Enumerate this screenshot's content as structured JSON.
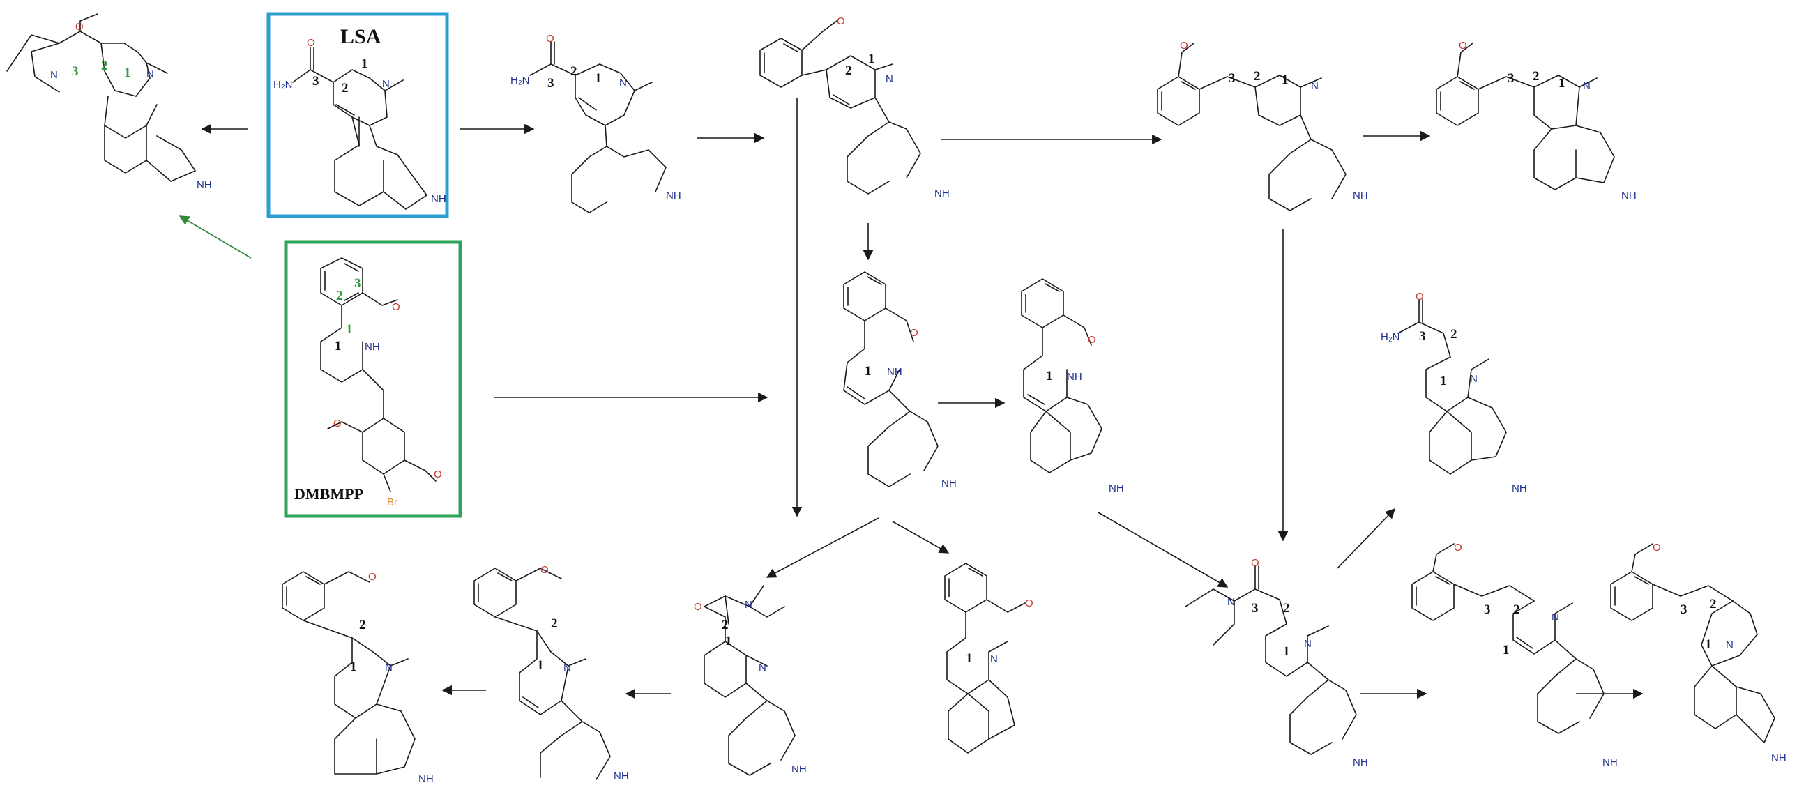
{
  "labels": {
    "lsa": "LSA",
    "dmbmpp": "DMBMPP",
    "n1": "1",
    "n2": "2",
    "n3": "3",
    "O": "O",
    "N": "N",
    "NH": "NH",
    "H2N": "H₂N",
    "Br": "Br"
  },
  "colors": {
    "lsa_box": "#2b9fd0",
    "dmbmpp_box": "#2ea35a",
    "green_arrow": "#2e8b3a",
    "oxygen": "#c0392b",
    "nitrogen": "#1f2f8f",
    "bromine": "#d98a3a"
  },
  "structures": [
    {
      "name": "lsd-analog",
      "labels": [
        "O",
        "N",
        "N",
        "NH",
        "3",
        "2",
        "1"
      ]
    },
    {
      "name": "lsa",
      "labels": [
        "LSA",
        "O",
        "H2N",
        "N",
        "NH",
        "1",
        "2",
        "3"
      ]
    },
    {
      "name": "dmbmpp",
      "labels": [
        "DMBMPP",
        "O",
        "NH",
        "O",
        "O",
        "Br",
        "1",
        "2",
        "3",
        "1"
      ]
    }
  ]
}
